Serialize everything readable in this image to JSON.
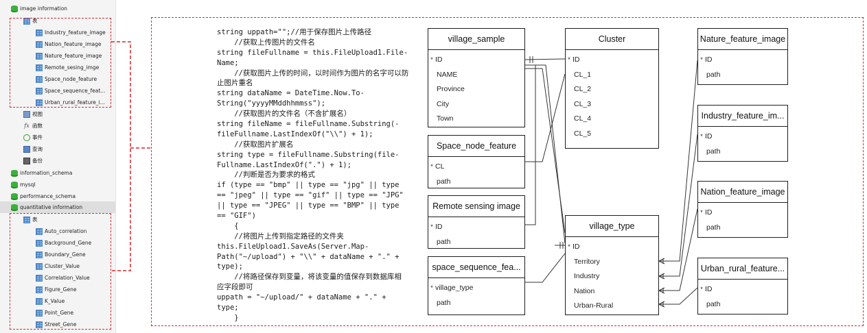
{
  "tree": {
    "items": [
      {
        "label": "image information",
        "kind": "db",
        "twisty": "▼"
      },
      {
        "label": "表",
        "kind": "tbl",
        "twisty": "▼"
      },
      {
        "label": "Industry_feature_image",
        "kind": "tbl",
        "twisty": ""
      },
      {
        "label": "Nation_feature_image",
        "kind": "tbl",
        "twisty": ""
      },
      {
        "label": "Nature_feature_image",
        "kind": "tbl",
        "twisty": ""
      },
      {
        "label": "Remote_sesing_imge",
        "kind": "tbl",
        "twisty": ""
      },
      {
        "label": "Space_node_feature",
        "kind": "tbl",
        "twisty": ""
      },
      {
        "label": "Space_sequence_feat...",
        "kind": "tbl",
        "twisty": ""
      },
      {
        "label": "Urban_rural_feature_i...",
        "kind": "tbl",
        "twisty": ""
      },
      {
        "label": "视图",
        "kind": "view",
        "twisty": "▶"
      },
      {
        "label": "函数",
        "kind": "fx",
        "twisty": "▶"
      },
      {
        "label": "事件",
        "kind": "evt",
        "twisty": "▶"
      },
      {
        "label": "查询",
        "kind": "qry",
        "twisty": "▶"
      },
      {
        "label": "备份",
        "kind": "bak",
        "twisty": "▶"
      },
      {
        "label": "information_schema",
        "kind": "db",
        "twisty": "▶"
      },
      {
        "label": "mysql",
        "kind": "db",
        "twisty": "▶"
      },
      {
        "label": "performance_schema",
        "kind": "db",
        "twisty": "▶"
      },
      {
        "label": "quantitative information",
        "kind": "db",
        "twisty": "▼"
      },
      {
        "label": "表",
        "kind": "tbl",
        "twisty": "▼"
      },
      {
        "label": "Auto_correlation",
        "kind": "tbl",
        "twisty": ""
      },
      {
        "label": "Background_Gene",
        "kind": "tbl",
        "twisty": ""
      },
      {
        "label": "Boundary_Gene",
        "kind": "tbl",
        "twisty": ""
      },
      {
        "label": "Cluster_Value",
        "kind": "tbl",
        "twisty": ""
      },
      {
        "label": "Correlation_Value",
        "kind": "tbl",
        "twisty": ""
      },
      {
        "label": "Figure_Gene",
        "kind": "tbl",
        "twisty": ""
      },
      {
        "label": "K_Value",
        "kind": "tbl",
        "twisty": ""
      },
      {
        "label": "Point_Gene",
        "kind": "tbl",
        "twisty": ""
      },
      {
        "label": "Street_Gene",
        "kind": "tbl",
        "twisty": ""
      }
    ]
  },
  "code": {
    "lines": [
      "string uppath=\"\";//用于保存图片上传路径",
      "    //获取上传图片的文件名",
      "string fileFullname = this.FileUpload1.File-",
      "Name;",
      "    //获取图片上传的时间，以时间作为图片的名字可以防",
      "止图片重名",
      "string dataName = DateTime.Now.To-",
      "String(\"yyyyMMddhhmmss\");",
      "    //获取图片的文件名（不含扩展名）",
      "string fileName = fileFullname.Substring(-",
      "fileFullname.LastIndexOf(\"\\\\\") + 1);",
      "    //获取图片扩展名",
      "string type = fileFullname.Substring(file-",
      "Fullname.LastIndexOf(\".\") + 1);",
      "    //判断是否为要求的格式",
      "if (type == \"bmp\" || type == \"jpg\" || type",
      "== \"jpeg\" || type == \"gif\" || type == \"JPG\"",
      "|| type == \"JPEG\" || type == \"BMP\" || type",
      "== \"GIF\")",
      "    {",
      "    //将图片上传到指定路径的文件夹",
      "this.FileUpload1.SaveAs(Server.Map-",
      "Path(\"~/upload\") + \"\\\\\" + dataName + \".\" +",
      "type);",
      "    //将路径保存到变量，将该变量的值保存到数据库相",
      "应字段即可",
      "uppath = \"~/upload/\" + dataName + \".\" +",
      "type;",
      "    }"
    ]
  },
  "er": {
    "entities": [
      {
        "id": "village_sample",
        "title": "village_sample",
        "fields": [
          {
            "name": "ID",
            "key": "*"
          },
          {
            "name": "NAME",
            "key": ""
          },
          {
            "name": "Province",
            "key": ""
          },
          {
            "name": "City",
            "key": ""
          },
          {
            "name": "Town",
            "key": ""
          }
        ]
      },
      {
        "id": "space_node_feature",
        "title": "Space_node_feature",
        "fields": [
          {
            "name": "CL",
            "key": "*"
          },
          {
            "name": "path",
            "key": ""
          }
        ]
      },
      {
        "id": "remote_sensing_image",
        "title": "Remote sensing image",
        "fields": [
          {
            "name": "ID",
            "key": "*"
          },
          {
            "name": "path",
            "key": ""
          }
        ]
      },
      {
        "id": "space_sequence_feature",
        "title": "space_sequence_fea...",
        "fields": [
          {
            "name": "village_type",
            "key": "*"
          },
          {
            "name": "path",
            "key": ""
          }
        ]
      },
      {
        "id": "cluster",
        "title": "Cluster",
        "fields": [
          {
            "name": "ID",
            "key": "*"
          },
          {
            "name": "CL_1",
            "key": ""
          },
          {
            "name": "CL_2",
            "key": ""
          },
          {
            "name": "CL_3",
            "key": ""
          },
          {
            "name": "CL_4",
            "key": ""
          },
          {
            "name": "CL_5",
            "key": ""
          }
        ]
      },
      {
        "id": "village_type",
        "title": "village_type",
        "fields": [
          {
            "name": "ID",
            "key": "*"
          },
          {
            "name": "Territory",
            "key": ""
          },
          {
            "name": "Industry",
            "key": ""
          },
          {
            "name": "Nation",
            "key": ""
          },
          {
            "name": "Urban-Rural",
            "key": ""
          }
        ]
      },
      {
        "id": "nature_feature_image",
        "title": "Nature_feature_image",
        "fields": [
          {
            "name": "ID",
            "key": "*"
          },
          {
            "name": "path",
            "key": ""
          }
        ]
      },
      {
        "id": "industry_feature_image",
        "title": "Industry_feature_im...",
        "fields": [
          {
            "name": "ID",
            "key": "*"
          },
          {
            "name": "path",
            "key": ""
          }
        ]
      },
      {
        "id": "nation_feature_image",
        "title": "Nation_feature_image",
        "fields": [
          {
            "name": "ID",
            "key": "*"
          },
          {
            "name": "path",
            "key": ""
          }
        ]
      },
      {
        "id": "urban_rural_feature",
        "title": "Urban_rural_feature...",
        "fields": [
          {
            "name": "ID",
            "key": "*"
          },
          {
            "name": "path",
            "key": ""
          }
        ]
      }
    ]
  },
  "colors": {
    "highlight_dash": "#d9262c",
    "db_icon": "#3bb13b",
    "table_icon": "#7fb2e5"
  }
}
